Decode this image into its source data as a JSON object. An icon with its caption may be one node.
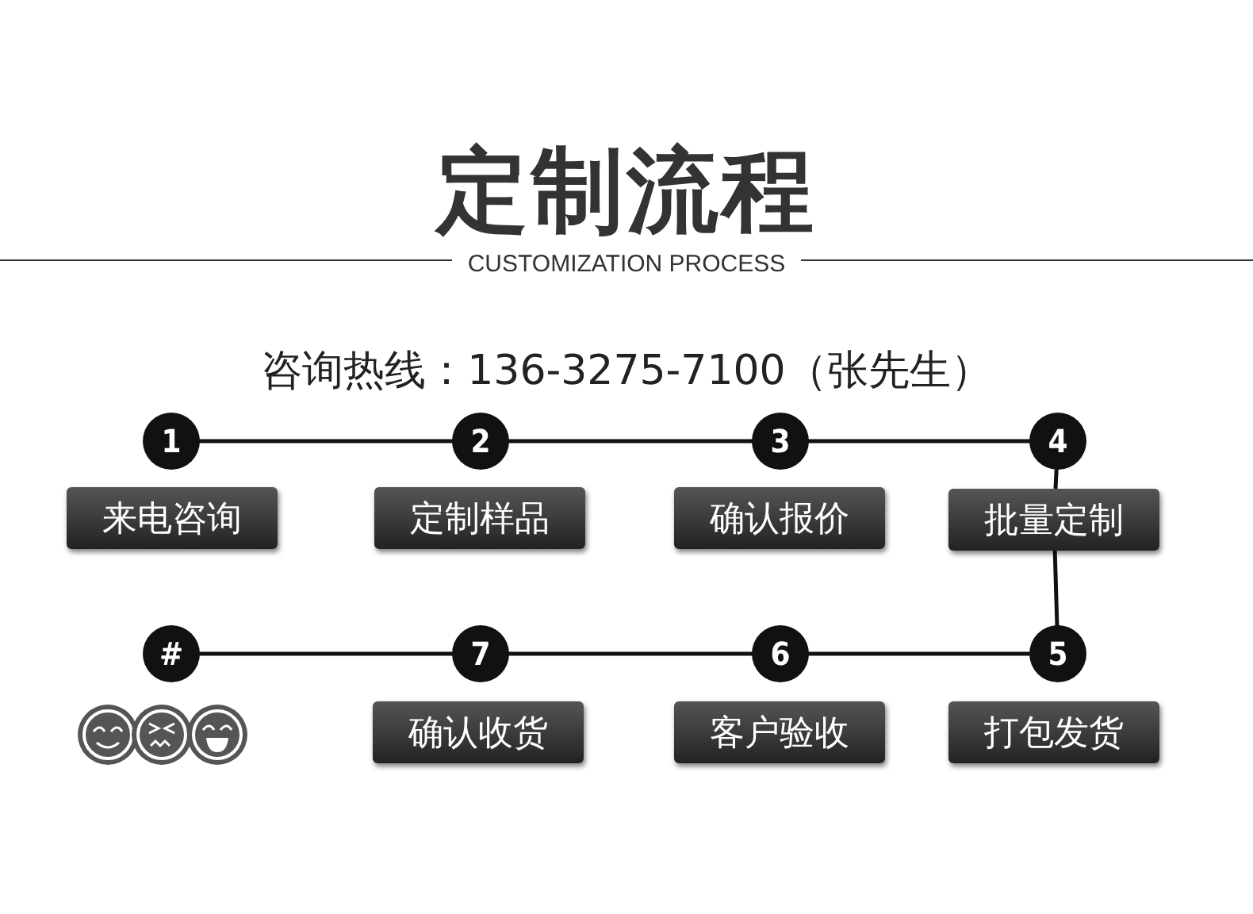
{
  "diagram": {
    "title": "定制流程",
    "nodes": [
      {
        "text": [
          "1"
        ]
      },
      {
        "text": [
          "2"
        ]
      },
      {
        "text": [
          "3"
        ]
      },
      {
        "text": [
          "4"
        ]
      },
      {
        "text": [
          "来电咨询"
        ]
      },
      {
        "text": [
          "定制样品"
        ]
      },
      {
        "text": [
          "确认报价"
        ]
      },
      {
        "text": [
          "批量定制"
        ]
      },
      {
        "text": [
          "#"
        ]
      },
      {
        "text": [
          "7"
        ]
      },
      {
        "text": [
          "6"
        ]
      },
      {
        "text": [
          "5"
        ]
      },
      {
        "text": [
          "确认收货"
        ]
      },
      {
        "text": [
          "客户验收"
        ]
      },
      {
        "text": [
          "打包发货"
        ]
      }
    ],
    "edges": [
      {
        "from": 0,
        "to": 1,
        "arrow": "none"
      },
      {
        "from": 1,
        "to": 2,
        "arrow": "none"
      },
      {
        "from": 2,
        "to": 3,
        "arrow": "none"
      },
      {
        "from": 3,
        "to": 7,
        "arrow": "none"
      },
      {
        "from": 7,
        "to": 11,
        "arrow": "none"
      },
      {
        "from": 11,
        "to": 10,
        "arrow": "none"
      },
      {
        "from": 10,
        "to": 9,
        "arrow": "none"
      },
      {
        "from": 9,
        "to": 8,
        "arrow": "none"
      }
    ],
    "labels": [
      "CUSTOMIZATION PROCESS",
      "咨询热线：136-3275-7100（张先生）"
    ]
  }
}
